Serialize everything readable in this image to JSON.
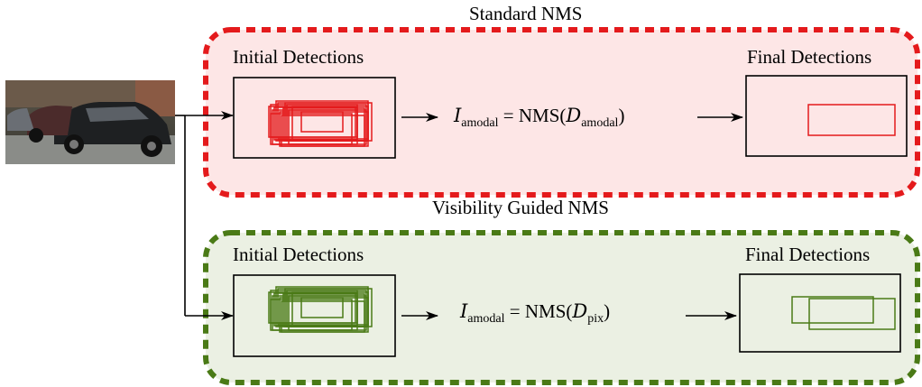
{
  "standard": {
    "title": "Standard NMS",
    "initial_label": "Initial Detections",
    "final_label": "Final Detections",
    "formula": {
      "lhs": "I",
      "lhs_sub": "amodal",
      "eq": "=",
      "fn": "NMS(",
      "arg": "D",
      "arg_sub": "amodal",
      "close": ")"
    },
    "color": "#e41a1c",
    "panel_fill": "#fde6e6"
  },
  "visibility": {
    "title": "Visibility Guided NMS",
    "initial_label": "Initial Detections",
    "final_label": "Final Detections",
    "formula": {
      "lhs": "I",
      "lhs_sub": "amodal",
      "eq": "=",
      "fn": "NMS(",
      "arg": "D",
      "arg_sub": "pix",
      "close": ")"
    },
    "color": "#4a7a16",
    "panel_fill": "#ebf0e3"
  },
  "input_image": {
    "icon": "street-cars-photo"
  }
}
